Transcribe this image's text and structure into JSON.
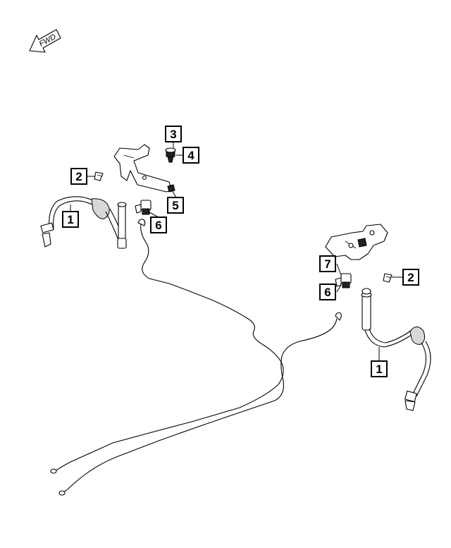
{
  "direction_arrow": {
    "label": "FWD"
  },
  "callouts": [
    {
      "id": "c1-left",
      "label": "1"
    },
    {
      "id": "c1-right",
      "label": "1"
    },
    {
      "id": "c2-left",
      "label": "2"
    },
    {
      "id": "c2-right",
      "label": "2"
    },
    {
      "id": "c3",
      "label": "3"
    },
    {
      "id": "c4",
      "label": "4"
    },
    {
      "id": "c5",
      "label": "5"
    },
    {
      "id": "c6-left",
      "label": "6"
    },
    {
      "id": "c6-right",
      "label": "6"
    },
    {
      "id": "c7",
      "label": "7"
    }
  ]
}
